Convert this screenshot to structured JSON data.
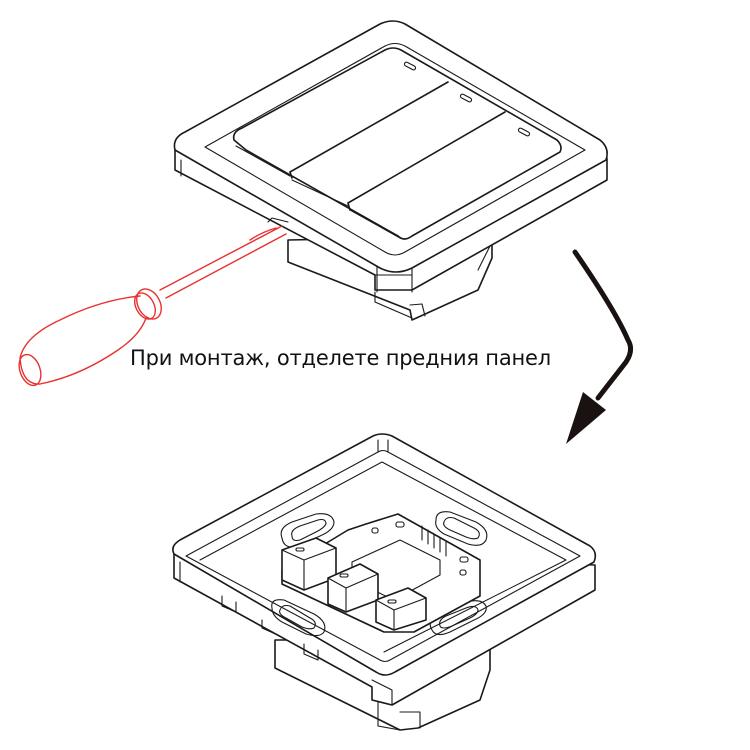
{
  "diagram": {
    "caption": "При монтаж, отделете предния панел",
    "colors": {
      "line": "#1a1a1a",
      "tool": "#e8312f",
      "arrow": "#1a1210",
      "background": "#ffffff"
    },
    "elements": {
      "top_assembly": "three-gang switch with front panel attached",
      "tool": "screwdriver inserted in release slot",
      "arrow": "curved arrow pointing down",
      "bottom_assembly": "switch base with front panel removed, showing circuit board and relays"
    }
  }
}
